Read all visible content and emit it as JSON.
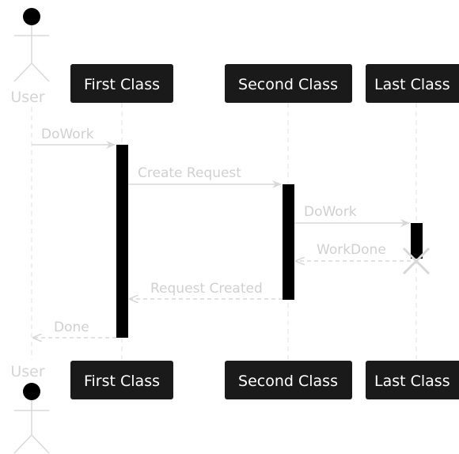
{
  "participants": {
    "user": {
      "name": "User"
    },
    "first": {
      "name": "First Class"
    },
    "second": {
      "name": "Second Class"
    },
    "last": {
      "name": "Last Class"
    }
  },
  "messages": [
    {
      "from": "user",
      "to": "first",
      "label": "DoWork",
      "kind": "call"
    },
    {
      "from": "first",
      "to": "second",
      "label": "Create Request",
      "kind": "call"
    },
    {
      "from": "second",
      "to": "last",
      "label": "DoWork",
      "kind": "call"
    },
    {
      "from": "last",
      "to": "second",
      "label": "WorkDone",
      "kind": "return"
    },
    {
      "from": "second",
      "to": "first",
      "label": "Request Created",
      "kind": "return"
    },
    {
      "from": "first",
      "to": "user",
      "label": "Done",
      "kind": "return"
    }
  ],
  "colors": {
    "background": "#ffffff",
    "participant_box": "#1a1a1a",
    "participant_text": "#ffffff",
    "lifeline": "#e0e0e0",
    "arrow": "#d8d8d8",
    "message_text": "#d0d0d0",
    "activation": "#000000",
    "actor_body": "#d8d8d8",
    "actor_head": "#000000"
  }
}
